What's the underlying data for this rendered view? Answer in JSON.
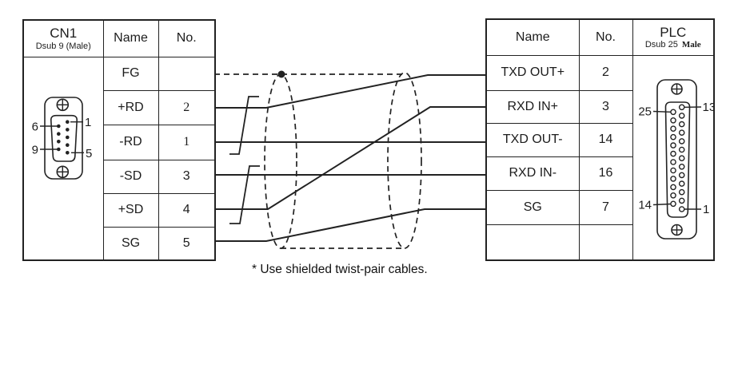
{
  "left_table": {
    "header": {
      "title": "CN1",
      "subtitle": "Dsub 9 (Male)",
      "col_name": "Name",
      "col_no": "No."
    },
    "rows": [
      {
        "name": "FG",
        "no": ""
      },
      {
        "name": "+RD",
        "no": "2"
      },
      {
        "name": "-RD",
        "no": "1"
      },
      {
        "name": "-SD",
        "no": "3"
      },
      {
        "name": "+SD",
        "no": "4"
      },
      {
        "name": "SG",
        "no": "5"
      }
    ],
    "connector": {
      "pin_labels": {
        "top_left": "6",
        "top_right": "1",
        "bottom_left": "9",
        "bottom_right": "5"
      }
    }
  },
  "right_table": {
    "header": {
      "col_name": "Name",
      "col_no": "No.",
      "title": "PLC",
      "subtitle": "Dsub 25",
      "subtitle2": "Male"
    },
    "rows": [
      {
        "name": "TXD OUT+",
        "no": "2"
      },
      {
        "name": "RXD IN+",
        "no": "3"
      },
      {
        "name": "TXD OUT-",
        "no": "14"
      },
      {
        "name": "RXD IN-",
        "no": "16"
      },
      {
        "name": "SG",
        "no": "7"
      },
      {
        "name": "",
        "no": ""
      }
    ],
    "connector": {
      "pin_labels": {
        "top_left": "25",
        "top_right": "13",
        "bottom_left": "14",
        "bottom_right": "1"
      }
    }
  },
  "connections": [
    {
      "from": "FG",
      "to": "cable shield",
      "style": "dashed"
    },
    {
      "from": "+RD (2)",
      "to": "TXD OUT+ (2)",
      "style": "solid"
    },
    {
      "from": "-RD (1)",
      "to": "TXD OUT- (14)",
      "style": "solid"
    },
    {
      "from": "-SD (3)",
      "to": "RXD IN- (16)",
      "style": "solid"
    },
    {
      "from": "+SD (4)",
      "to": "RXD IN+ (3)",
      "style": "solid"
    },
    {
      "from": "SG (5)",
      "to": "SG (7)",
      "style": "solid"
    }
  ],
  "twisted_pairs": [
    [
      "+RD",
      "-RD"
    ],
    [
      "-SD",
      "+SD"
    ]
  ],
  "footnote": "* Use shielded twist-pair cables.",
  "colors": {
    "line": "#222222",
    "background": "#ffffff"
  }
}
